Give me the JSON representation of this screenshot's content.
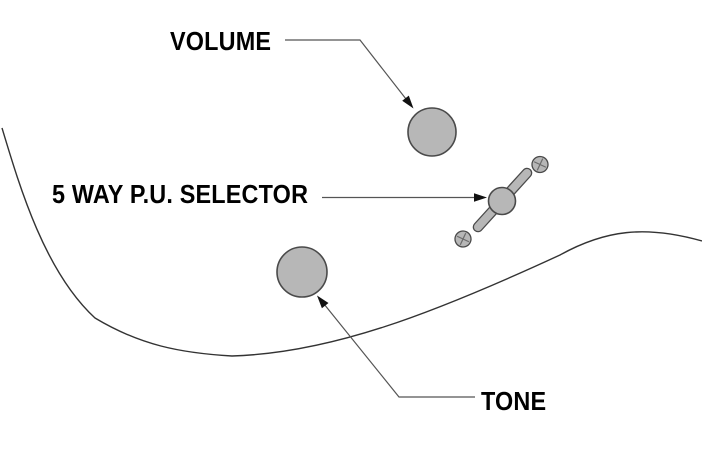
{
  "diagram": {
    "background": "#ffffff",
    "labels": {
      "volume": "VOLUME",
      "selector": "5 WAY P.U. SELECTOR",
      "tone": "TONE"
    },
    "callouts": [
      {
        "label": "VOLUME",
        "points_to": "volume-knob"
      },
      {
        "label": "5 WAY P.U. SELECTOR",
        "points_to": "pickup-selector-switch"
      },
      {
        "label": "TONE",
        "points_to": "tone-knob"
      }
    ],
    "colors": {
      "knob_fill": "#b7b7b7",
      "outline": "#4a4a4a",
      "leader_line": "#555555",
      "text": "#000000"
    }
  }
}
